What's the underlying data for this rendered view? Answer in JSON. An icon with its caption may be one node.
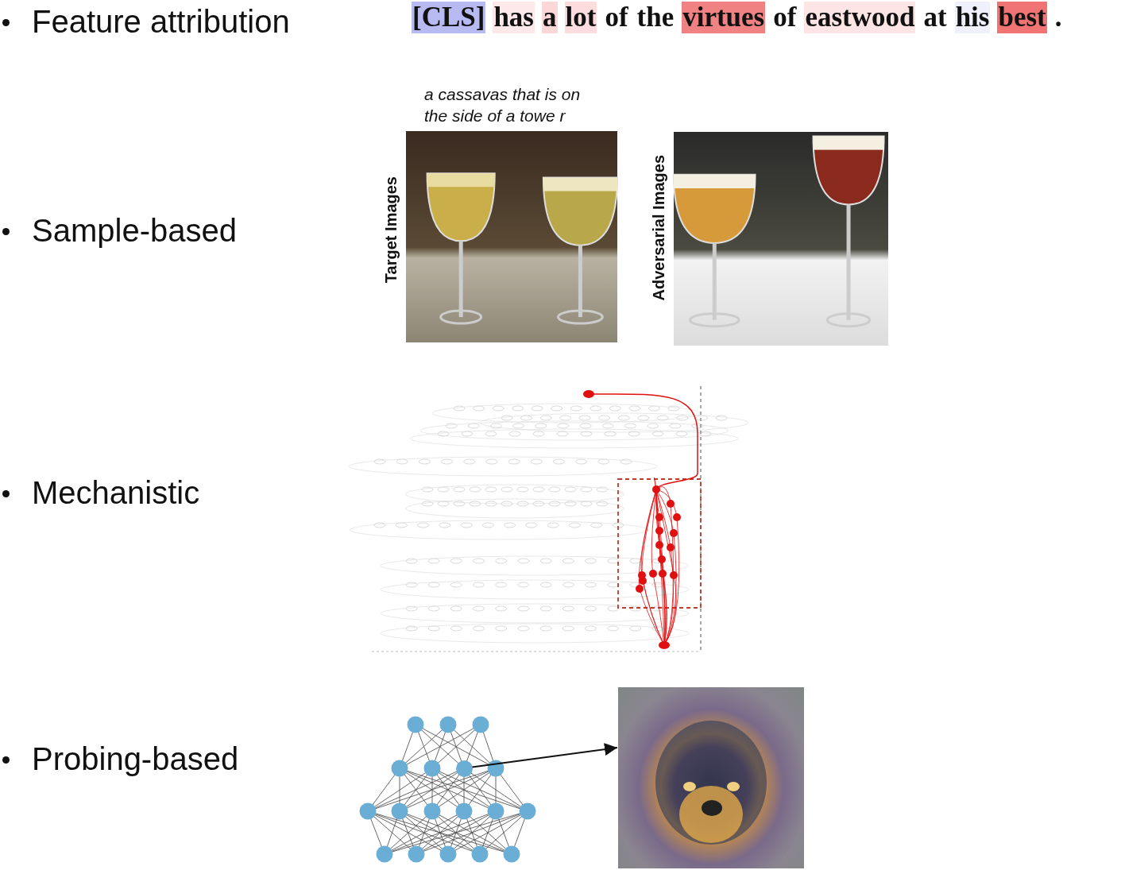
{
  "diagram": {
    "nodes": [
      {
        "text": [],
        "shape": "circle"
      },
      {
        "text": [],
        "shape": "picture"
      }
    ],
    "edges": [
      {
        "from": 0,
        "to": 1,
        "arrow": "to"
      }
    ],
    "labels": [
      "Feature attribution",
      "[CLS]",
      "has",
      "a",
      "lot",
      "of",
      "the",
      "virtues",
      "of",
      "eastwood",
      "at",
      "his",
      "best",
      ".",
      "a cassavas that is on the side of a towe r",
      "Sample-based",
      "Target Images",
      "Adversarial Images",
      "Mechanistic",
      "Probing-based"
    ]
  }
}
